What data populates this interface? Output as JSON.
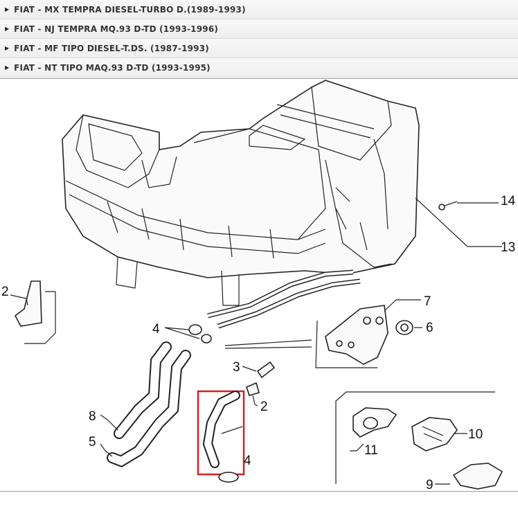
{
  "models": [
    {
      "label": "FIAT - MX TEMPRA DIESEL-TURBO D.(1989-1993)"
    },
    {
      "label": "FIAT - NJ TEMPRA MQ.93 D-TD (1993-1996)"
    },
    {
      "label": "FIAT - MF TIPO DIESEL-T.DS. (1987-1993)"
    },
    {
      "label": "FIAT - NT TIPO MAQ.93 D-TD (1993-1995)"
    }
  ],
  "row_icon": "caret-right-icon",
  "diagram": {
    "highlight_color": "#d42020",
    "callouts": [
      "14",
      "13",
      "2",
      "7",
      "4",
      "6",
      "3",
      "2",
      "8",
      "10",
      "5",
      "4",
      "11",
      "9"
    ]
  }
}
